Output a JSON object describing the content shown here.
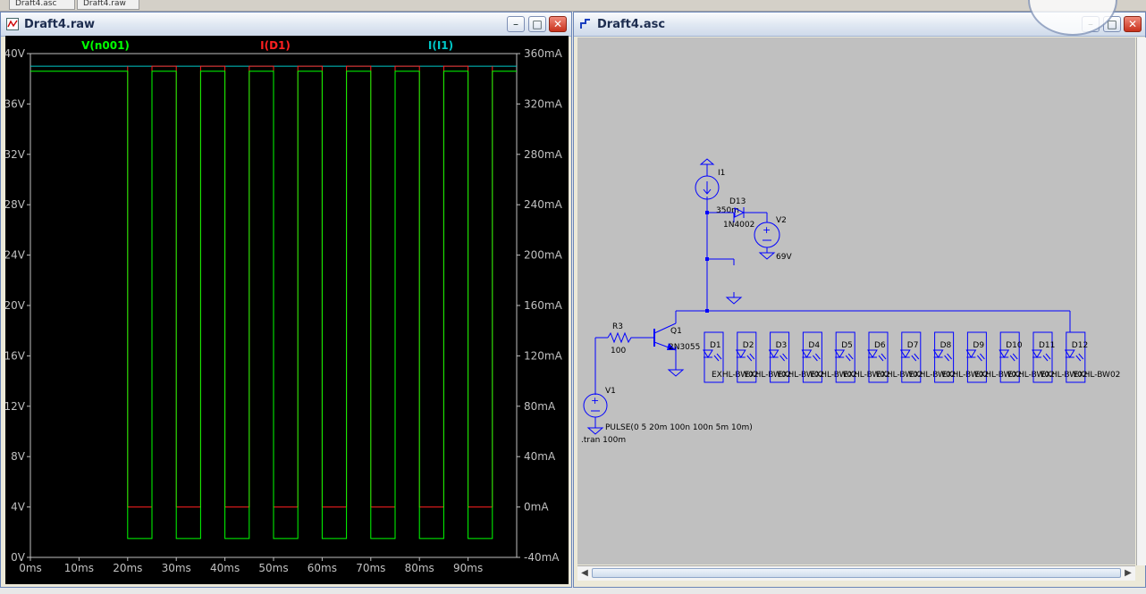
{
  "top_tabs": [
    "Draft4.asc",
    "Draft4.raw"
  ],
  "waveform_window": {
    "title": "Draft4.raw",
    "traces": [
      {
        "name": "V(n001)",
        "color": "#00ff00"
      },
      {
        "name": "I(D1)",
        "color": "#ff2020"
      },
      {
        "name": "I(I1)",
        "color": "#00c8c8"
      }
    ],
    "left_axis_labels": [
      "40V",
      "36V",
      "32V",
      "28V",
      "24V",
      "20V",
      "16V",
      "12V",
      "8V",
      "4V",
      "0V"
    ],
    "right_axis_labels": [
      "360mA",
      "320mA",
      "280mA",
      "240mA",
      "200mA",
      "160mA",
      "120mA",
      "80mA",
      "40mA",
      "0mA",
      "-40mA"
    ],
    "x_axis_labels": [
      "0ms",
      "10ms",
      "20ms",
      "30ms",
      "40ms",
      "50ms",
      "60ms",
      "70ms",
      "80ms",
      "90ms"
    ],
    "chart_data": {
      "type": "line",
      "xlim": [
        0,
        100
      ],
      "ylim_left": [
        0,
        40
      ],
      "ylim_right": [
        -40,
        360
      ],
      "series": [
        {
          "name": "V(n001)",
          "axis": "left",
          "points": [
            [
              0,
              38.6
            ],
            [
              20,
              38.6
            ],
            [
              20,
              1.5
            ],
            [
              25,
              1.5
            ],
            [
              25,
              38.6
            ],
            [
              30,
              38.6
            ],
            [
              30,
              1.5
            ],
            [
              35,
              1.5
            ],
            [
              35,
              38.6
            ],
            [
              40,
              38.6
            ],
            [
              40,
              1.5
            ],
            [
              45,
              1.5
            ],
            [
              45,
              38.6
            ],
            [
              50,
              38.6
            ],
            [
              50,
              1.5
            ],
            [
              55,
              1.5
            ],
            [
              55,
              38.6
            ],
            [
              60,
              38.6
            ],
            [
              60,
              1.5
            ],
            [
              65,
              1.5
            ],
            [
              65,
              38.6
            ],
            [
              70,
              38.6
            ],
            [
              70,
              1.5
            ],
            [
              75,
              1.5
            ],
            [
              75,
              38.6
            ],
            [
              80,
              38.6
            ],
            [
              80,
              1.5
            ],
            [
              85,
              1.5
            ],
            [
              85,
              38.6
            ],
            [
              90,
              38.6
            ],
            [
              90,
              1.5
            ],
            [
              95,
              1.5
            ],
            [
              95,
              38.6
            ],
            [
              100,
              38.6
            ]
          ]
        },
        {
          "name": "I(D1)",
          "axis": "right",
          "points": [
            [
              20,
              350
            ],
            [
              20,
              0
            ],
            [
              25,
              0
            ],
            [
              25,
              350
            ],
            [
              30,
              350
            ],
            [
              30,
              0
            ],
            [
              35,
              0
            ],
            [
              35,
              350
            ],
            [
              40,
              350
            ],
            [
              40,
              0
            ],
            [
              45,
              0
            ],
            [
              45,
              350
            ],
            [
              50,
              350
            ],
            [
              50,
              0
            ],
            [
              55,
              0
            ],
            [
              55,
              350
            ],
            [
              60,
              350
            ],
            [
              60,
              0
            ],
            [
              65,
              0
            ],
            [
              65,
              350
            ],
            [
              70,
              350
            ],
            [
              70,
              0
            ],
            [
              75,
              0
            ],
            [
              75,
              350
            ],
            [
              80,
              350
            ],
            [
              80,
              0
            ],
            [
              85,
              0
            ],
            [
              85,
              350
            ],
            [
              90,
              350
            ],
            [
              90,
              0
            ],
            [
              95,
              0
            ],
            [
              95,
              350
            ]
          ]
        },
        {
          "name": "I(I1)",
          "axis": "right",
          "points": [
            [
              0,
              350
            ],
            [
              100,
              350
            ]
          ]
        }
      ]
    }
  },
  "schematic_window": {
    "title": "Draft4.asc",
    "labels": {
      "i1": "I1",
      "i1_value": "350m",
      "d13": "D13",
      "d13_model": "1N4002",
      "v2": "V2",
      "v2_value": "69V",
      "r3": "R3",
      "r3_value": "100",
      "q1": "Q1",
      "q1_model": "2N3055",
      "v1": "V1",
      "v1_value": "PULSE(0 5 20m 100n 100n 5m 10m)",
      "tran": ".tran 100m",
      "led_model": "EXHL-BW02"
    },
    "leds": [
      "D1",
      "D2",
      "D3",
      "D4",
      "D5",
      "D6",
      "D7",
      "D8",
      "D9",
      "D10",
      "D11",
      "D12"
    ]
  },
  "colors": {
    "wire": "#0000ff",
    "schematic_bg": "#c0c0c0",
    "plot_bg": "#000000",
    "axis": "#c0c0c0"
  }
}
